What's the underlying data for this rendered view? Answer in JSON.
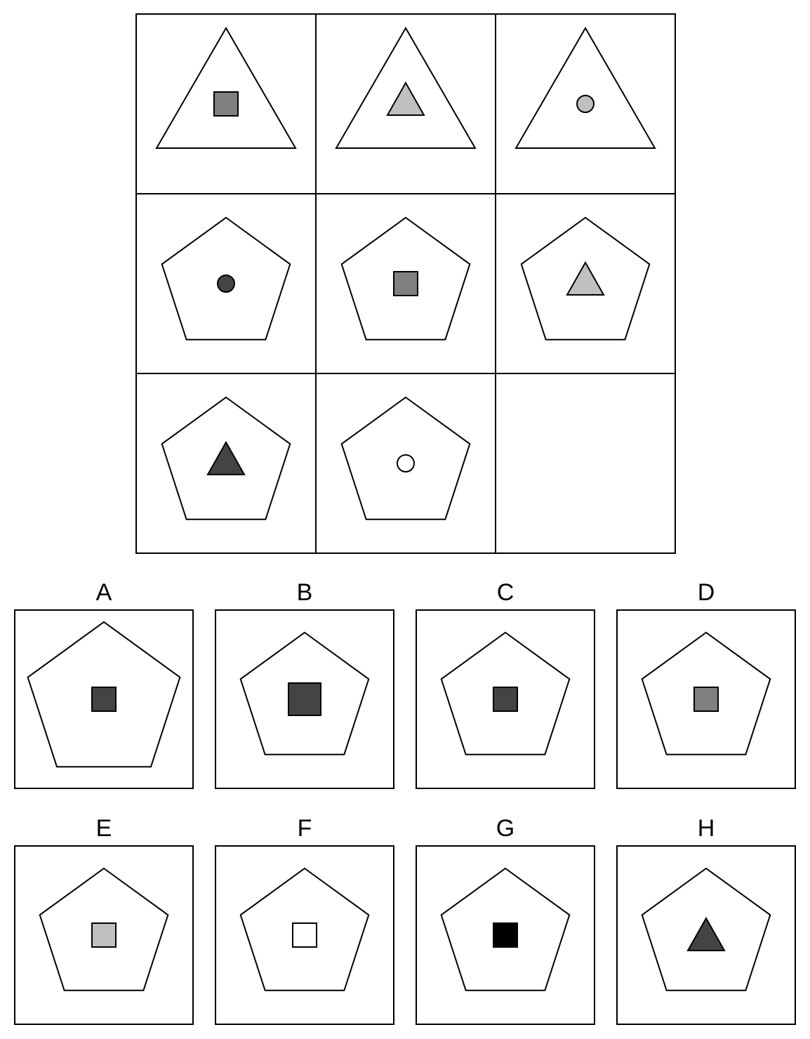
{
  "colors": {
    "line": "#000000",
    "background": "#ffffff",
    "dark": "#444444",
    "medium": "#808080",
    "light": "#c0c0c0",
    "black": "#000000",
    "white": "#ffffff"
  },
  "matrix": {
    "rows": [
      [
        {
          "outer": "triangle",
          "inner": "square",
          "fill": "medium"
        },
        {
          "outer": "triangle",
          "inner": "triangle",
          "fill": "light"
        },
        {
          "outer": "triangle",
          "inner": "circle",
          "fill": "light"
        }
      ],
      [
        {
          "outer": "pentagon",
          "inner": "circle",
          "fill": "dark"
        },
        {
          "outer": "pentagon",
          "inner": "square",
          "fill": "medium"
        },
        {
          "outer": "pentagon",
          "inner": "triangle",
          "fill": "light"
        }
      ],
      [
        {
          "outer": "pentagon",
          "inner": "triangle",
          "fill": "dark"
        },
        {
          "outer": "pentagon",
          "inner": "circle",
          "fill": "white"
        },
        null
      ]
    ]
  },
  "options": [
    {
      "label": "A",
      "outer": "pentagon",
      "outer_size": "large",
      "inner": "square",
      "inner_size": "normal",
      "fill": "dark"
    },
    {
      "label": "B",
      "outer": "pentagon",
      "outer_size": "normal",
      "inner": "square",
      "inner_size": "large",
      "fill": "dark"
    },
    {
      "label": "C",
      "outer": "pentagon",
      "outer_size": "normal",
      "inner": "square",
      "inner_size": "normal",
      "fill": "dark"
    },
    {
      "label": "D",
      "outer": "pentagon",
      "outer_size": "normal",
      "inner": "square",
      "inner_size": "normal",
      "fill": "medium"
    },
    {
      "label": "E",
      "outer": "pentagon",
      "outer_size": "normal",
      "inner": "square",
      "inner_size": "normal",
      "fill": "light"
    },
    {
      "label": "F",
      "outer": "pentagon",
      "outer_size": "normal",
      "inner": "square",
      "inner_size": "normal",
      "fill": "white"
    },
    {
      "label": "G",
      "outer": "pentagon",
      "outer_size": "normal",
      "inner": "square",
      "inner_size": "normal",
      "fill": "black"
    },
    {
      "label": "H",
      "outer": "pentagon",
      "outer_size": "normal",
      "inner": "triangle",
      "inner_size": "normal",
      "fill": "dark"
    }
  ]
}
